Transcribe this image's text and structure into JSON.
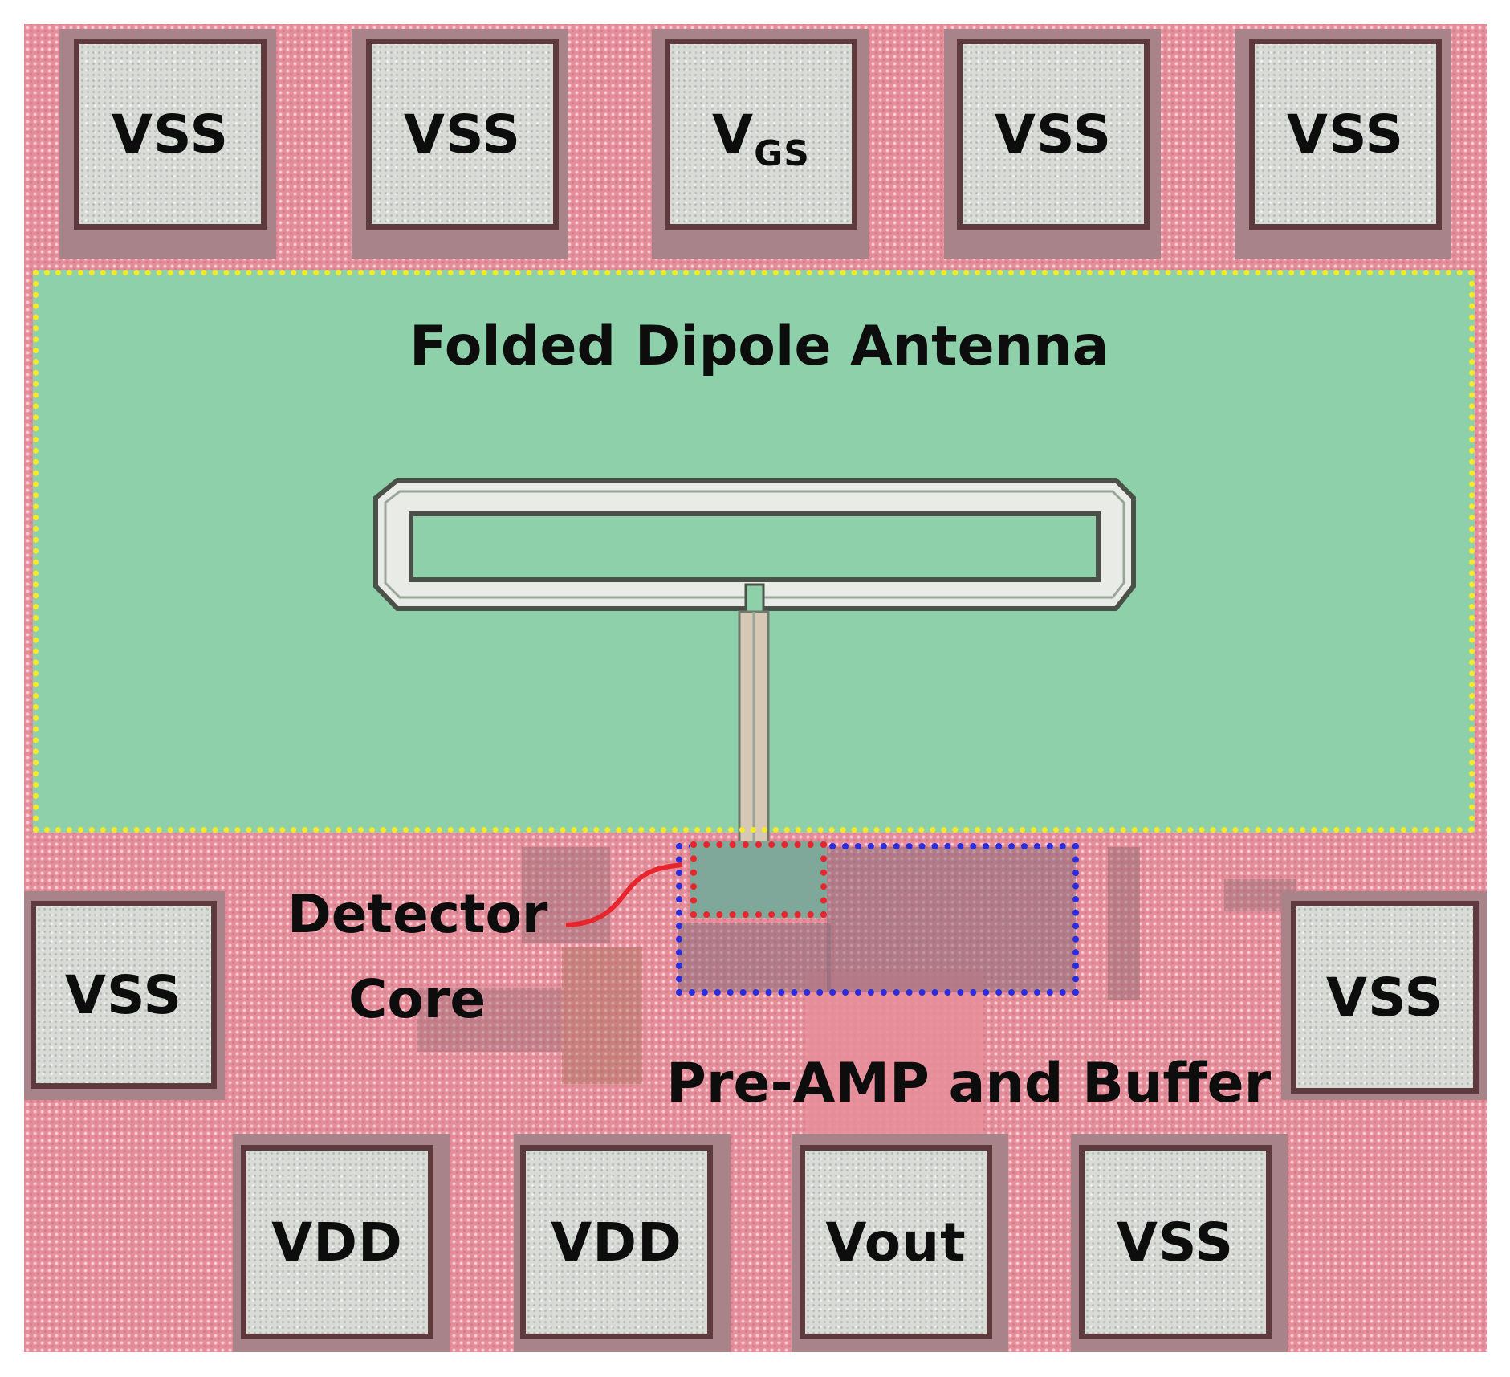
{
  "pads_top": [
    {
      "label": "VSS"
    },
    {
      "label": "VSS"
    },
    {
      "label_main": "V",
      "label_sub": "GS"
    },
    {
      "label": "VSS"
    },
    {
      "label": "VSS"
    }
  ],
  "pads_side": {
    "left": {
      "label": "VSS"
    },
    "right": {
      "label": "VSS"
    }
  },
  "pads_bottom": [
    {
      "label": "VDD"
    },
    {
      "label": "VDD"
    },
    {
      "label": "Vout"
    },
    {
      "label": "VSS"
    }
  ],
  "regions": {
    "antenna": {
      "label": "Folded Dipole Antenna"
    },
    "detector": {
      "label_line1": "Detector",
      "label_line2": "Core"
    },
    "preamp": {
      "label": "Pre-AMP and Buffer"
    }
  },
  "colors": {
    "substrate": "#e58e9a",
    "antenna_area": "#8ed0aa",
    "antenna_outline": "#f4ea2a",
    "detector_outline": "#e8242c",
    "preamp_outline": "#2a2ddb",
    "pad_metal": "#d8dcd6"
  }
}
